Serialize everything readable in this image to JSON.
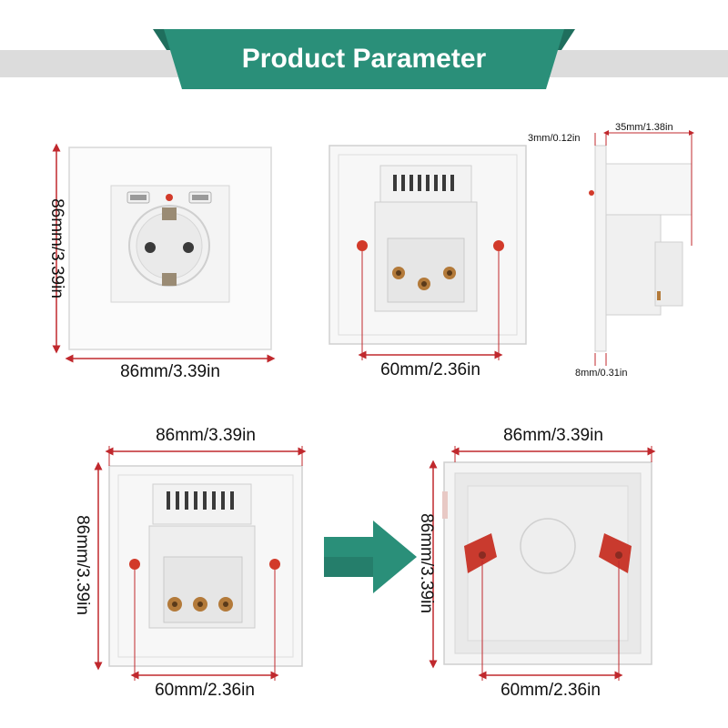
{
  "banner": {
    "title": "Product Parameter",
    "colors": {
      "teal": "#2a8f79",
      "teal_dark": "#1f6e5d",
      "band": "#dcdcdc"
    }
  },
  "dimension_color": "#c0282d",
  "front_view": {
    "height": "86mm/3.39in",
    "width": "86mm/3.39in"
  },
  "back_view": {
    "screw_spacing": "60mm/2.36in"
  },
  "side_view": {
    "plate_thickness": "3mm/0.12in",
    "depth": "35mm/1.38in",
    "frame_thickness": "8mm/0.31in"
  },
  "back_view_large": {
    "width": "86mm/3.39in",
    "height": "86mm/3.39in",
    "screw_spacing": "60mm/2.36in"
  },
  "mounting_box": {
    "width": "86mm/3.39in",
    "height": "86mm/3.39in",
    "screw_spacing": "60mm/2.36in"
  },
  "arrow": {
    "color": "#2a8f79"
  }
}
